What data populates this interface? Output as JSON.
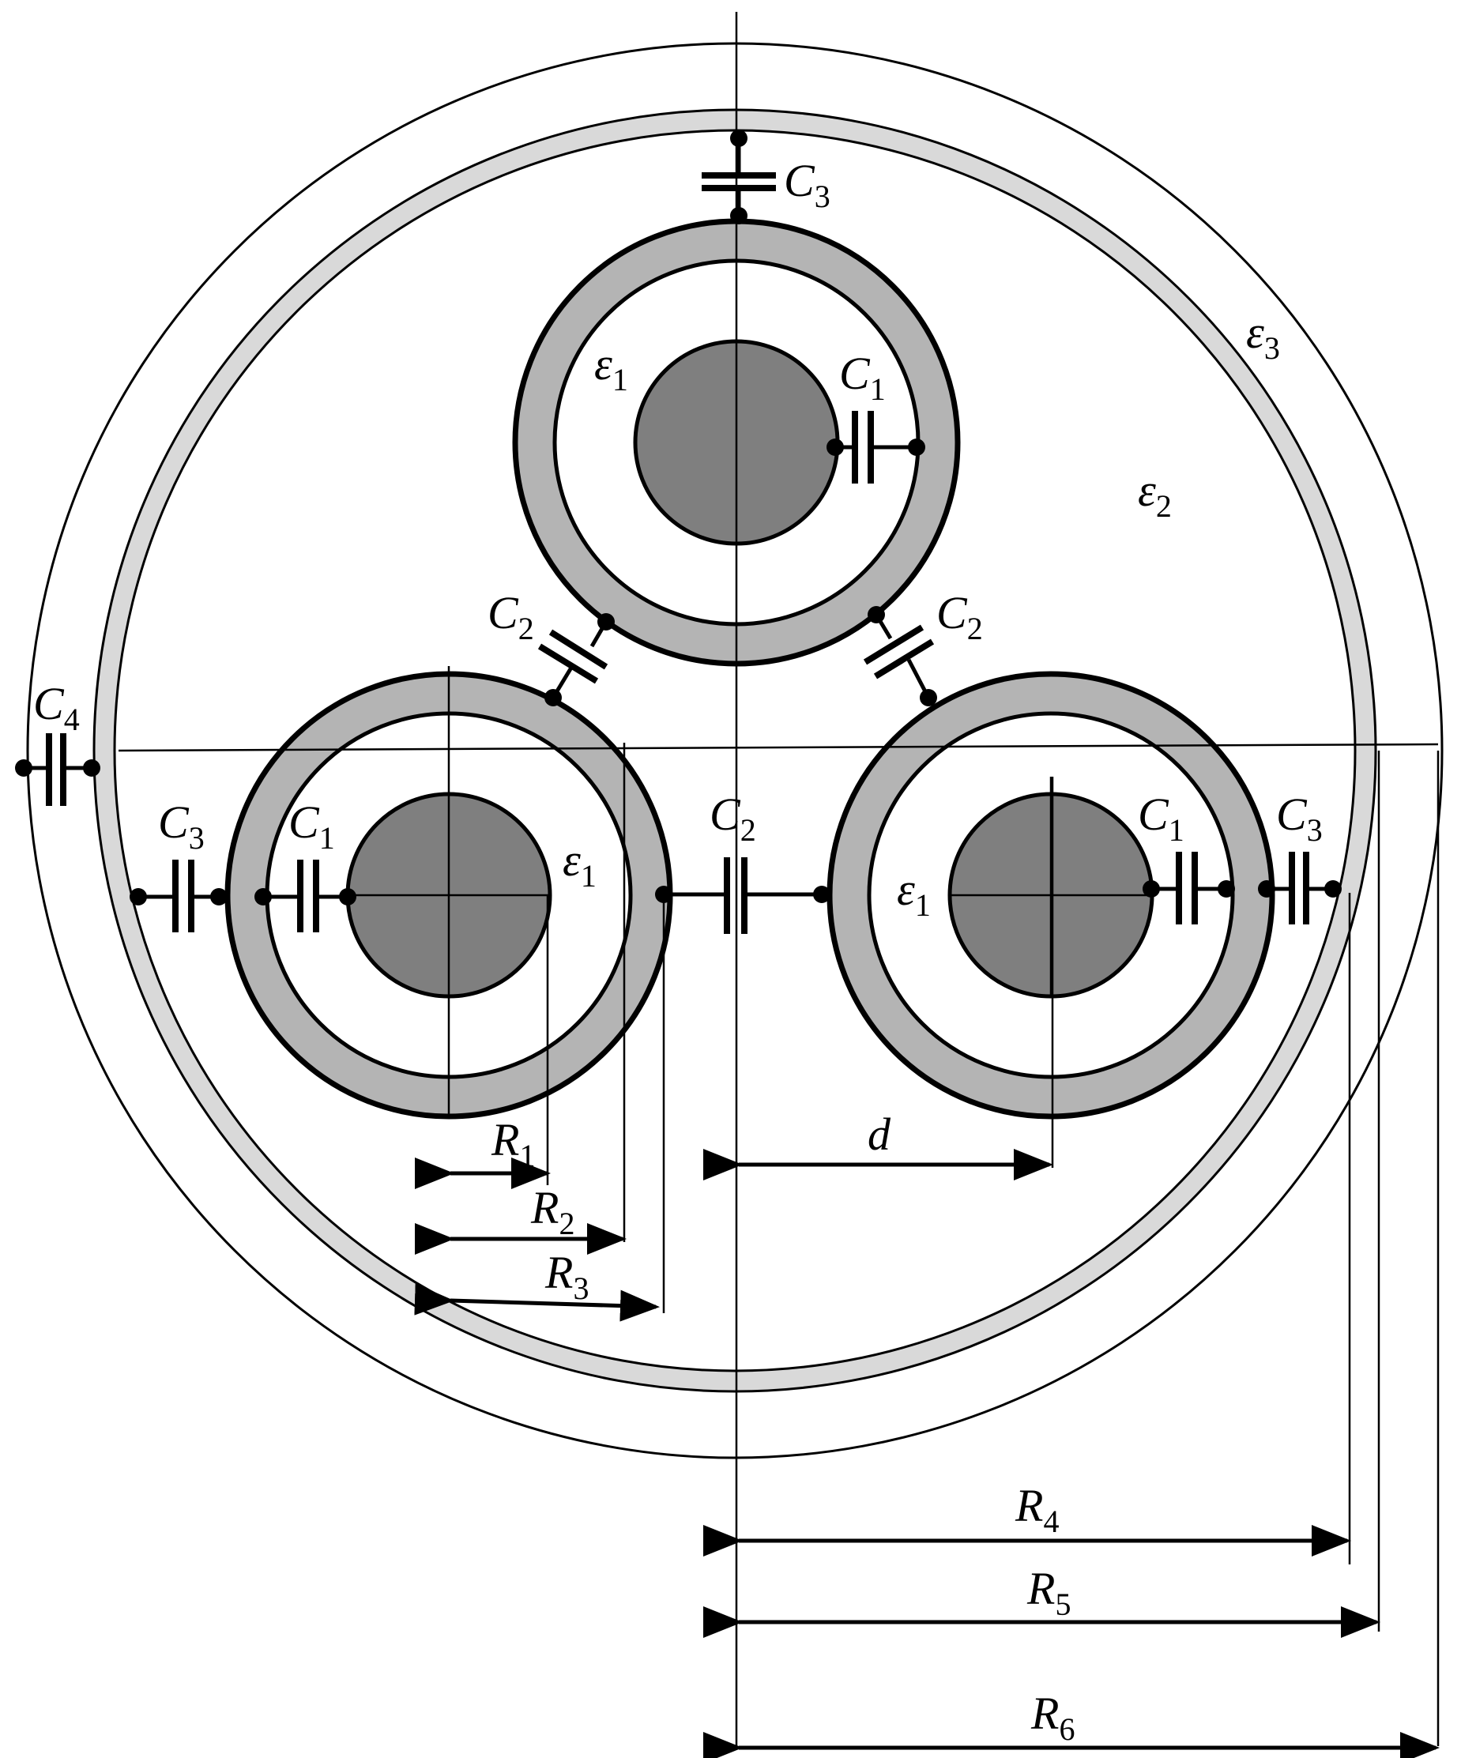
{
  "colors": {
    "outline": "#000000",
    "conductor": "#7f7f7f",
    "insulation_sheath": "#b4b4b4",
    "outer_sheath": "#d9d9d9",
    "background": "#ffffff"
  },
  "labels": {
    "C1": {
      "base": "C",
      "sub": "1"
    },
    "C2": {
      "base": "C",
      "sub": "2"
    },
    "C3": {
      "base": "C",
      "sub": "3"
    },
    "C4": {
      "base": "C",
      "sub": "4"
    },
    "e1": {
      "base": "ε",
      "sub": "1"
    },
    "e2": {
      "base": "ε",
      "sub": "2"
    },
    "e3": {
      "base": "ε",
      "sub": "3"
    },
    "R1": {
      "base": "R",
      "sub": "1"
    },
    "R2": {
      "base": "R",
      "sub": "2"
    },
    "R3": {
      "base": "R",
      "sub": "3"
    },
    "R4": {
      "base": "R",
      "sub": "4"
    },
    "R5": {
      "base": "R",
      "sub": "5"
    },
    "R6": {
      "base": "R",
      "sub": "6"
    },
    "d": {
      "base": "d",
      "sub": ""
    }
  }
}
